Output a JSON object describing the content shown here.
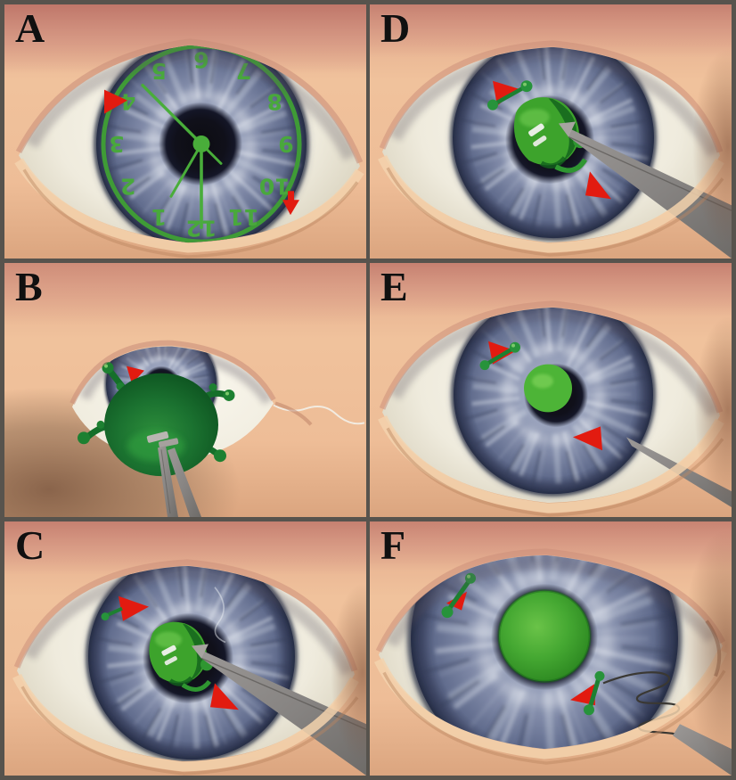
{
  "figure": {
    "type": "surgical-illustration",
    "panel_count": 6
  },
  "panels": [
    {
      "label": "A"
    },
    {
      "label": "B"
    },
    {
      "label": "C"
    },
    {
      "label": "D"
    },
    {
      "label": "E"
    },
    {
      "label": "F"
    }
  ],
  "clock": {
    "numbers": [
      "1",
      "2",
      "3",
      "4",
      "5",
      "6",
      "7",
      "8",
      "9",
      "10",
      "11",
      "12"
    ]
  },
  "colors": {
    "clock_green": "#49a83c",
    "device_green_bright": "#3fa52e",
    "device_green_dark": "#15702a",
    "marker_red": "#e21b10",
    "forceps_gray": "#8b8886",
    "iris_blue": "#8d96b2",
    "sclera_white": "#f5f2e8",
    "skin_tone": "#eebf9b",
    "divider_gray": "#57534d",
    "suture_dark": "#3a3833",
    "suture_light": "#f2efe8"
  }
}
